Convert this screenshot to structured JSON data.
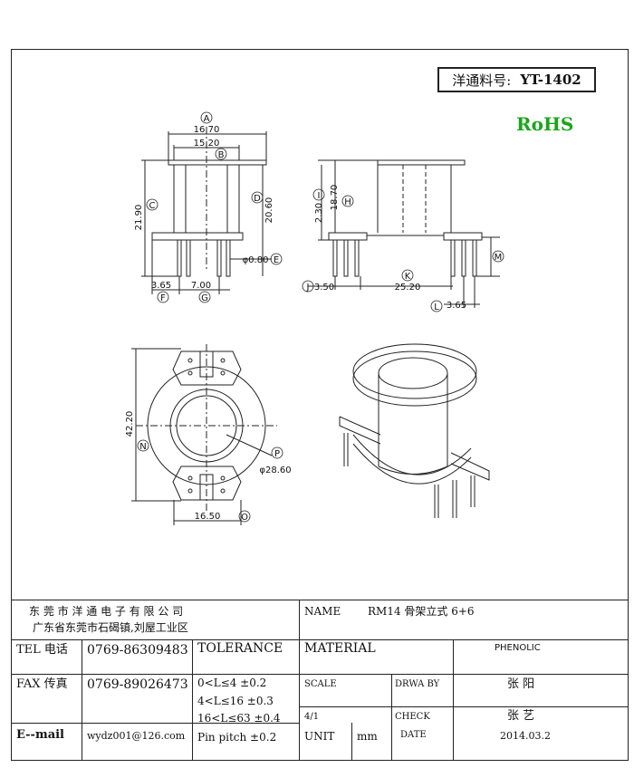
{
  "part_no": {
    "label": "洋通料号:",
    "value": "YT-1402"
  },
  "rohs": "RoHS",
  "dims": {
    "A": "A",
    "a_val": "16.70",
    "B": "B",
    "b_val": "15.20",
    "C": "C",
    "c_val": "21.90",
    "D": "D",
    "d_val": "20.60",
    "E": "E",
    "e_val": "φ0.80",
    "F": "F",
    "f_val": "3.65",
    "G": "G",
    "g_val": "7.00",
    "H": "H",
    "h_val": "18.70",
    "I": "I",
    "i_val": "2.30",
    "J": "J",
    "j_val": "3.50",
    "K": "K",
    "k_val": "25.20",
    "L": "L",
    "l_val": "3.65",
    "M": "M",
    "N": "N",
    "n_val": "42.20",
    "O": "O",
    "o_val": "16.50",
    "P": "P",
    "p_val": "φ28.60"
  },
  "title_block": {
    "company": "东 莞 市 洋 通 电 子 有 限 公 司",
    "address": "广东省东莞市石碣镇,刘屋工业区",
    "tel_label": "TEL 电话",
    "tel": "0769-86309483",
    "fax_label": "FAX 传真",
    "fax": "0769-89026473",
    "email_label": "E--mail",
    "email": "wydz001@126.com",
    "tolerance_label": "TOLERANCE",
    "tol1": "0<L≤4  ±0.2",
    "tol2": "4<L≤16  ±0.3",
    "tol3": "16<L≤63  ±0.4",
    "tol4": "Pin pitch  ±0.2",
    "name_label": "NAME",
    "name": "RM14 骨架立式 6+6",
    "material_label": "MATERIAL",
    "material": "PHENOLIC",
    "scale_label": "SCALE",
    "scale": "4/1",
    "drawby_label": "DRWA BY",
    "drawby": "张 阳",
    "check_label": "CHECK",
    "check": "张 艺",
    "unit_label": "UNIT",
    "unit": "mm",
    "date_label": "DATE",
    "date": "2014.03.2"
  }
}
